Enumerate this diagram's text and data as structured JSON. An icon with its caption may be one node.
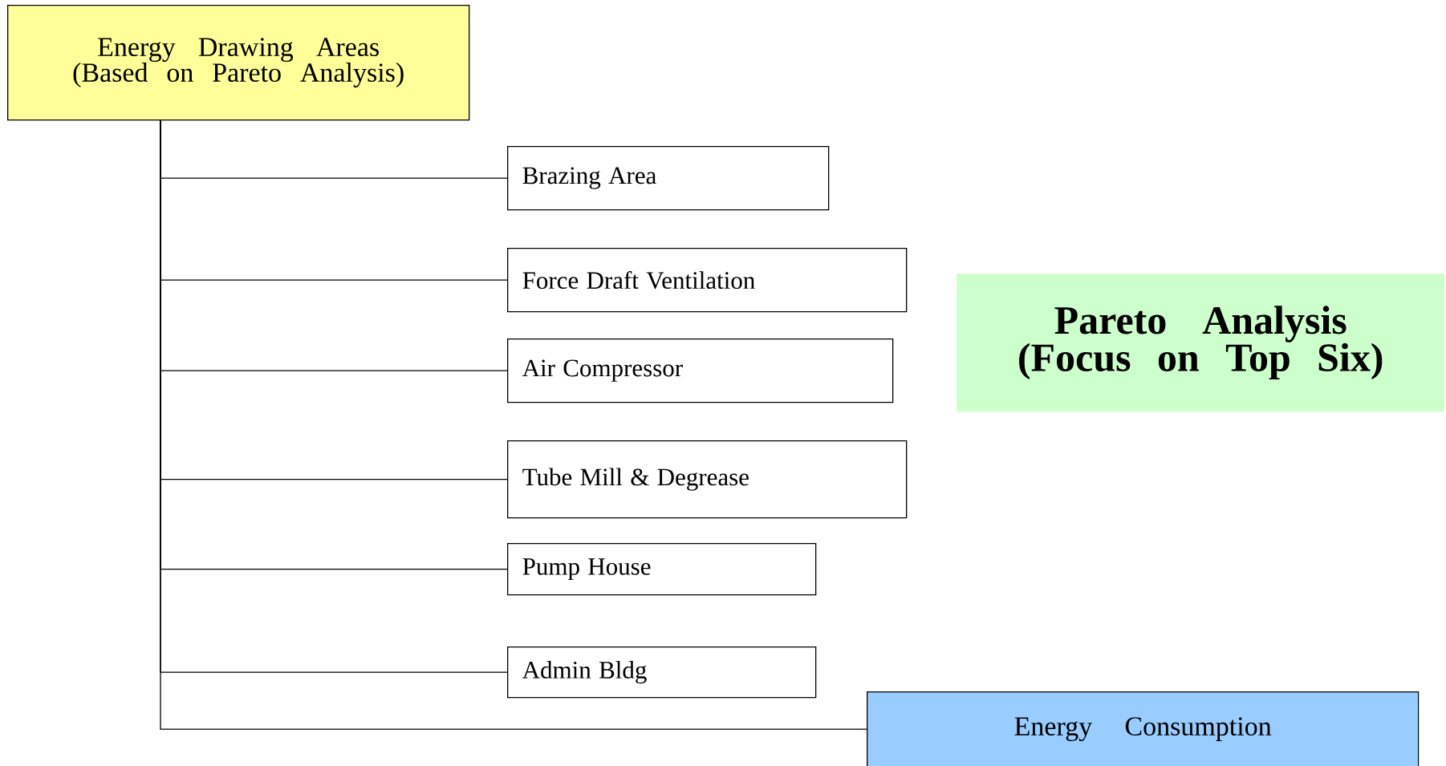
{
  "diagram": {
    "nodes": [
      {
        "text": [
          "Energy Drawing Areas (Based on Pareto Analysis)"
        ]
      },
      {
        "text": [
          "Brazing Area"
        ]
      },
      {
        "text": [
          "Force Draft Ventilation"
        ]
      },
      {
        "text": [
          "Air Compressor"
        ]
      },
      {
        "text": [
          "Tube Mill & Degrease"
        ]
      },
      {
        "text": [
          "Pump House"
        ]
      },
      {
        "text": [
          "Admin Bldg"
        ]
      },
      {
        "text": [
          "Pareto Analysis (Focus on Top Six)"
        ]
      },
      {
        "text": [
          "Energy Consumption"
        ]
      }
    ],
    "edges": [
      {
        "from": 0,
        "to": 1,
        "arrow": "none"
      },
      {
        "from": 0,
        "to": 2,
        "arrow": "none"
      },
      {
        "from": 0,
        "to": 3,
        "arrow": "none"
      },
      {
        "from": 0,
        "to": 4,
        "arrow": "none"
      },
      {
        "from": 0,
        "to": 5,
        "arrow": "none"
      },
      {
        "from": 0,
        "to": 6,
        "arrow": "none"
      },
      {
        "from": 0,
        "to": 8,
        "arrow": "none"
      }
    ]
  }
}
